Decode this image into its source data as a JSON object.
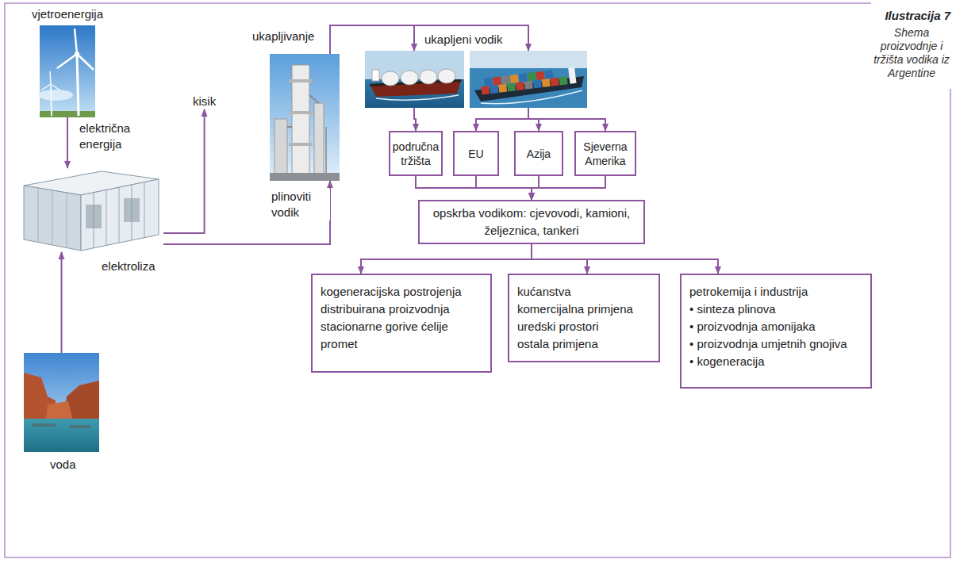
{
  "diagram": {
    "title": "Ilustracija 7",
    "caption": "Shema proizvodnje i tržišta vodika iz Argentine",
    "nodes": [
      {
        "text": [
          "vjetroenergija"
        ]
      },
      {
        "text": [
          "ukapljivanje"
        ]
      },
      {
        "text": [
          "ukapljeni vodik"
        ]
      },
      {
        "text": [
          "kisik"
        ]
      },
      {
        "text": [
          "elektroliza"
        ]
      },
      {
        "text": [
          "područna tržišta"
        ]
      },
      {
        "text": [
          "EU"
        ]
      },
      {
        "text": [
          "Azija"
        ]
      },
      {
        "text": [
          "Sjeverna Amerika"
        ]
      },
      {
        "text": [
          "opskrba vodikom: cjevovodi, kamioni, željeznica, tankeri"
        ]
      },
      {
        "text": [
          "voda"
        ]
      },
      {
        "text": [
          "kogeneracijska postrojenja",
          "distribuirana proizvodnja",
          "stacionarne gorive ćelije",
          "promet"
        ]
      },
      {
        "text": [
          "kućanstva",
          "komercijalna primjena",
          "uredski prostori",
          "ostala primjena"
        ]
      },
      {
        "text": [
          "petrokemija i industrija",
          "• sinteza plinova",
          "• proizvodnja amonijaka",
          "• proizvodnja umjetnih gnojiva",
          "• kogeneracija"
        ]
      }
    ],
    "edges": [
      {
        "from": 0,
        "to": 4,
        "arrow": "to",
        "label": "električna energija"
      },
      {
        "from": 10,
        "to": 4,
        "arrow": "to"
      },
      {
        "from": 4,
        "to": 3,
        "arrow": "to"
      },
      {
        "from": 4,
        "to": 1,
        "arrow": "to",
        "label": "plinoviti vodik"
      },
      {
        "from": 1,
        "to": 2,
        "arrow": "to"
      },
      {
        "from": 2,
        "to": 5,
        "arrow": "to"
      },
      {
        "from": 2,
        "to": 6,
        "arrow": "to"
      },
      {
        "from": 2,
        "to": 7,
        "arrow": "to"
      },
      {
        "from": 2,
        "to": 8,
        "arrow": "to"
      },
      {
        "from": 5,
        "to": 9,
        "arrow": "to"
      },
      {
        "from": 6,
        "to": 9,
        "arrow": "to"
      },
      {
        "from": 7,
        "to": 9,
        "arrow": "to"
      },
      {
        "from": 8,
        "to": 9,
        "arrow": "to"
      },
      {
        "from": 9,
        "to": 11,
        "arrow": "to"
      },
      {
        "from": 9,
        "to": 12,
        "arrow": "to"
      },
      {
        "from": 9,
        "to": 13,
        "arrow": "to"
      }
    ]
  }
}
